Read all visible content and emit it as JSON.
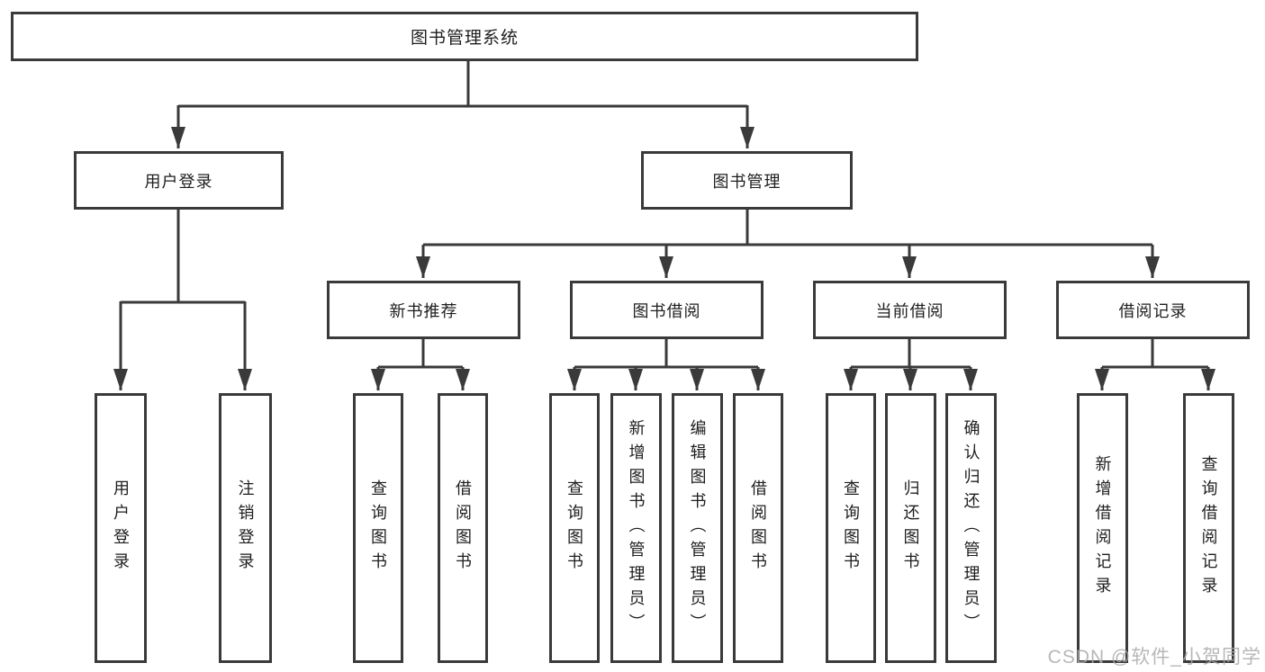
{
  "diagram": {
    "nodes": {
      "root": {
        "label": "图书管理系统"
      },
      "login": {
        "label": "用户登录",
        "children": [
          "用户登录",
          "注销登录"
        ]
      },
      "mgmt": {
        "label": "图书管理"
      },
      "recommend": {
        "label": "新书推荐",
        "children": [
          "查询图书",
          "借阅图书"
        ]
      },
      "borrowing": {
        "label": "图书借阅",
        "children": [
          "查询图书",
          "新增图书（管理员）",
          "编辑图书（管理员）",
          "借阅图书"
        ]
      },
      "current": {
        "label": "当前借阅",
        "children": [
          "查询图书",
          "归还图书",
          "确认归还（管理员）"
        ]
      },
      "records": {
        "label": "借阅记录",
        "children": [
          "新增借阅记录",
          "查询借阅记录"
        ]
      }
    },
    "watermark": "CSDN @软件_小贺同学",
    "colors": {
      "line": "#3a3a3a",
      "box_border": "#3a3a3a",
      "text": "#1e1e1e",
      "watermark": "#aaaaaa",
      "background": "#ffffff"
    }
  }
}
